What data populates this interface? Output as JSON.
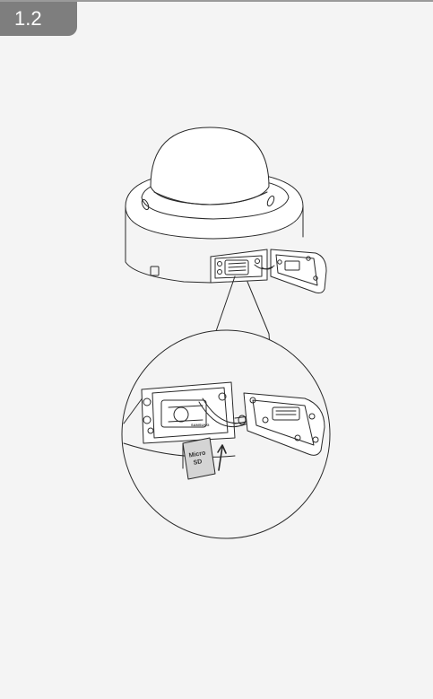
{
  "step": {
    "number": "1.2"
  },
  "illustration": {
    "card_label_line1": "Micro",
    "card_label_line2": "SD",
    "card_brand_mark": "SAMSUNG"
  },
  "colors": {
    "tab": "#7e7e7e",
    "background": "#f4f4f4",
    "line": "#2a2a2a"
  }
}
